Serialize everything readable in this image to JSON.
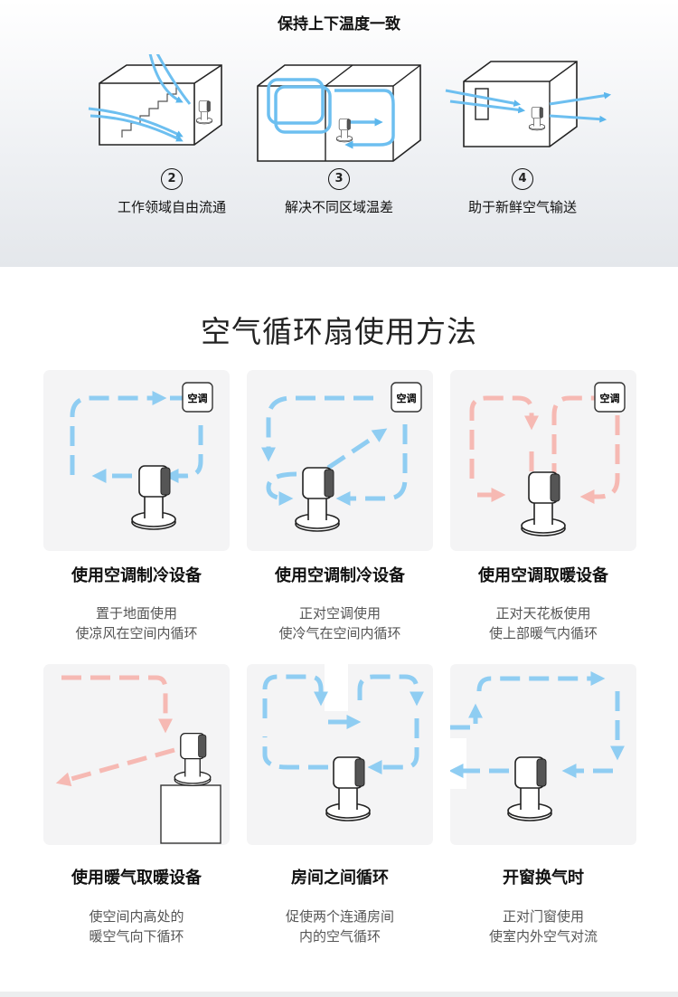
{
  "top": {
    "title": "保持上下温度一致",
    "features": [
      {
        "number": "2",
        "label": "工作领域自由流通"
      },
      {
        "number": "3",
        "label": "解决不同区域温差"
      },
      {
        "number": "4",
        "label": "助于新鲜空气输送"
      }
    ]
  },
  "main": {
    "title": "空气循环扇使用方法",
    "ac_label": "空调",
    "cards": [
      {
        "title": "使用空调制冷设备",
        "line1": "置于地面使用",
        "line2": "使凉风在空间内循环"
      },
      {
        "title": "使用空调制冷设备",
        "line1": "正对空调使用",
        "line2": "使冷气在空间内循环"
      },
      {
        "title": "使用空调取暖设备",
        "line1": "正对天花板使用",
        "line2": "使上部暖气内循环"
      },
      {
        "title": "使用暖气取暖设备",
        "line1": "使空间内高处的",
        "line2": "暖空气向下循环"
      },
      {
        "title": "房间之间循环",
        "line1": "促使两个连通房间",
        "line2": "内的空气循环"
      },
      {
        "title": "开窗换气时",
        "line1": "正对门窗使用",
        "line2": "使室内外空气对流"
      }
    ]
  },
  "colors": {
    "cool_arrow": "#8fcdf2",
    "warm_arrow": "#f6b9b3",
    "card_bg": "#f4f4f5"
  }
}
